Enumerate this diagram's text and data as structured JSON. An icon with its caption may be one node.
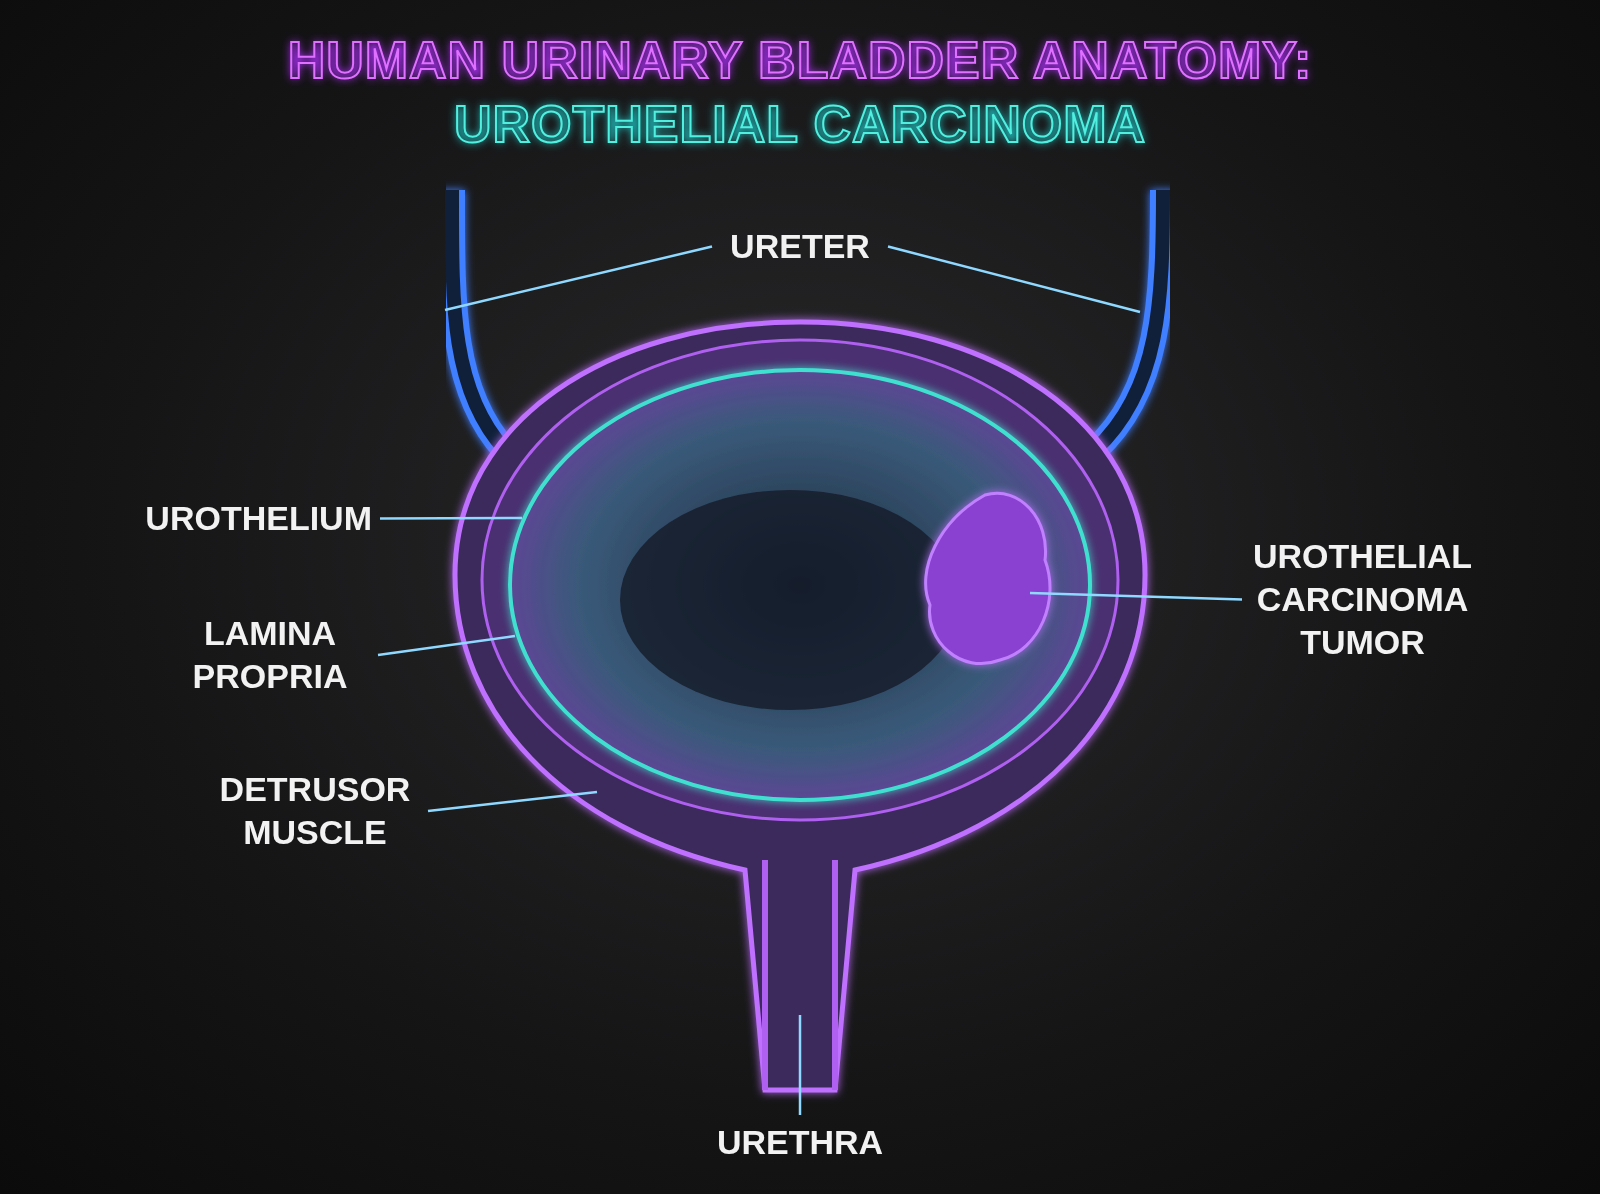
{
  "diagram": {
    "title": "HUMAN URINARY BLADDER ANATOMY:",
    "nodes": [
      {
        "text": [
          "URETER"
        ]
      },
      {
        "text": [
          "UROTHELIUM"
        ]
      },
      {
        "text": [
          "LAMINA PROPRIA"
        ]
      },
      {
        "text": [
          "DETRUSOR MUSCLE"
        ]
      },
      {
        "text": [
          "UROTHELIAL CARCINOMA TUMOR"
        ]
      },
      {
        "text": [
          "URETHRA"
        ]
      }
    ],
    "edges": [
      {
        "from": 0,
        "to": null,
        "arrow": "none"
      },
      {
        "from": 0,
        "to": null,
        "arrow": "none"
      },
      {
        "from": 1,
        "to": null,
        "arrow": "none"
      },
      {
        "from": 2,
        "to": null,
        "arrow": "none"
      },
      {
        "from": 3,
        "to": null,
        "arrow": "none"
      },
      {
        "from": 4,
        "to": null,
        "arrow": "none"
      },
      {
        "from": 5,
        "to": null,
        "arrow": "none"
      }
    ],
    "labels": [
      "UROTHELIAL CARCINOMA"
    ]
  }
}
